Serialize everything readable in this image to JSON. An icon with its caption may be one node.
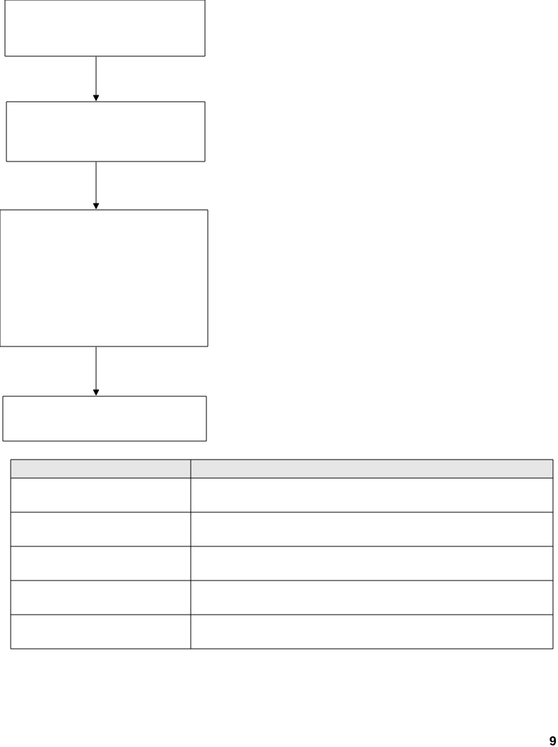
{
  "diagram": {
    "nodes": [
      {
        "text": [],
        "shape": "box"
      },
      {
        "text": [],
        "shape": "box"
      },
      {
        "text": [],
        "shape": "box"
      },
      {
        "text": [],
        "shape": "box"
      }
    ],
    "edges": [
      {
        "from": 0,
        "to": 1,
        "arrow": "to"
      },
      {
        "from": 1,
        "to": 2,
        "arrow": "to"
      },
      {
        "from": 2,
        "to": 3,
        "arrow": "to"
      }
    ],
    "labels": [
      "9"
    ]
  }
}
